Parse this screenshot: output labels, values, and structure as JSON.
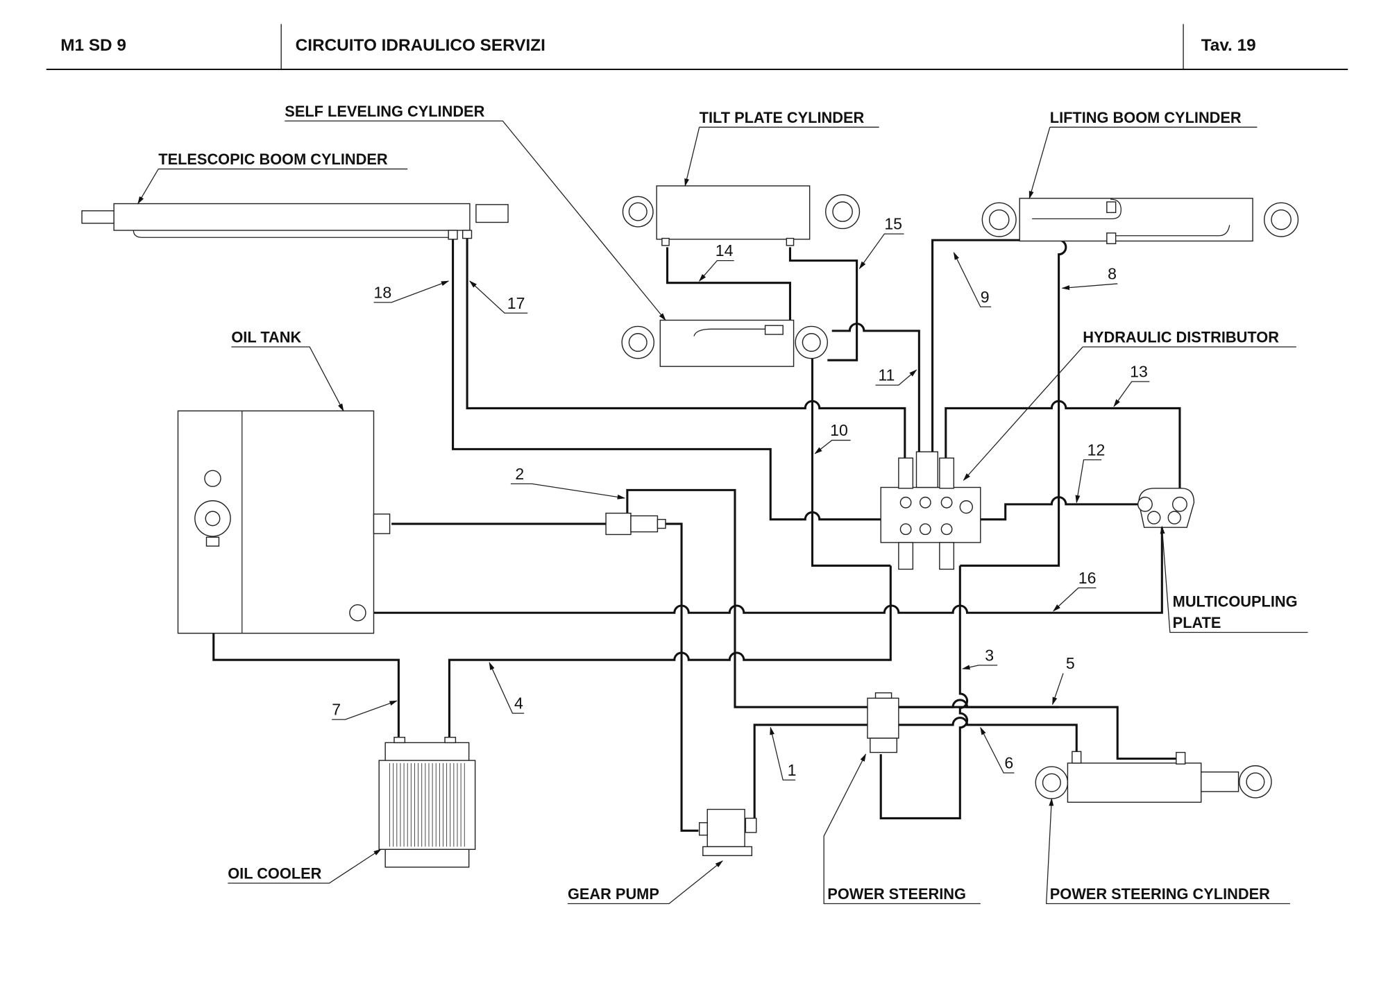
{
  "header": {
    "code": "M1 SD 9",
    "title": "CIRCUITO IDRAULICO SERVIZI",
    "sheet": "Tav.  19"
  },
  "components": {
    "telescopic_boom_cylinder": "TELESCOPIC BOOM CYLINDER",
    "self_leveling_cylinder": "SELF LEVELING CYLINDER",
    "tilt_plate_cylinder": "TILT PLATE CYLINDER",
    "lifting_boom_cylinder": "LIFTING BOOM CYLINDER",
    "hydraulic_distributor": "HYDRAULIC DISTRIBUTOR",
    "oil_tank": "OIL TANK",
    "multicoupling_plate_1": "MULTICOUPLING",
    "multicoupling_plate_2": "PLATE",
    "oil_cooler": "OIL COOLER",
    "gear_pump": "GEAR PUMP",
    "power_steering": "POWER STEERING",
    "power_steering_cylinder": "POWER STEERING CYLINDER"
  },
  "pipes": {
    "p1": "1",
    "p2": "2",
    "p3": "3",
    "p4": "4",
    "p5": "5",
    "p6": "6",
    "p7": "7",
    "p8": "8",
    "p9": "9",
    "p10": "10",
    "p11": "11",
    "p12": "12",
    "p13": "13",
    "p14": "14",
    "p15": "15",
    "p16": "16",
    "p17": "17",
    "p18": "18"
  }
}
